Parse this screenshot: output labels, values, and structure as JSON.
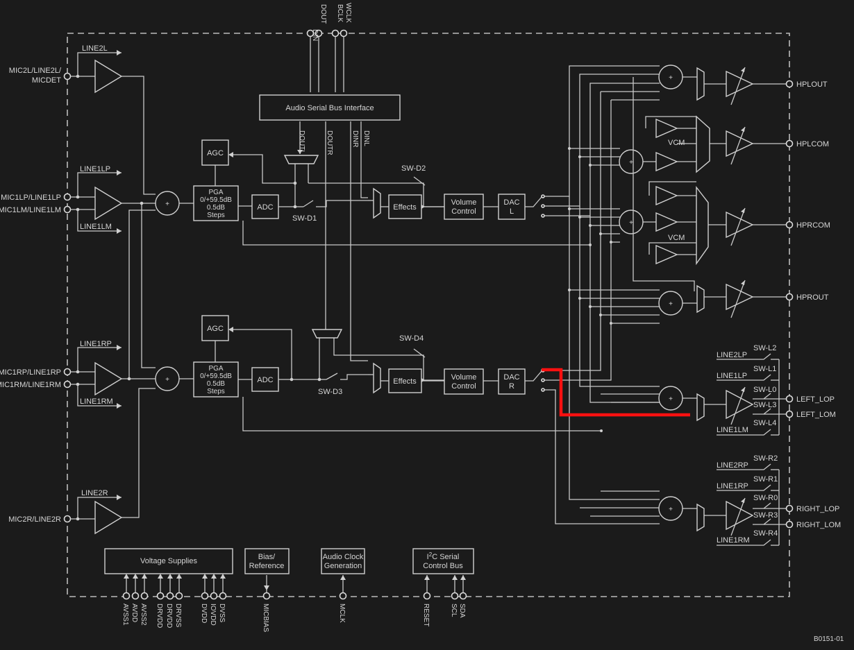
{
  "pins_left": {
    "mic2l": [
      "MIC2L/LINE2L/",
      "MICDET"
    ],
    "mic1lp": "MIC1LP/LINE1LP",
    "mic1lm": "MIC1LM/LINE1LM",
    "mic1rp": "MIC1RP/LINE1RP",
    "mic1rm": "MIC1RM/LINE1RM",
    "mic2r": "MIC2R/LINE2R"
  },
  "pins_top": [
    "DIN",
    "DOUT",
    "BCLK",
    "WCLK"
  ],
  "pins_right": {
    "hplout": "HPLOUT",
    "hplcom": "HPLCOM",
    "hprcom": "HPRCOM",
    "hprout": "HPROUT",
    "left_lop": "LEFT_LOP",
    "left_lom": "LEFT_LOM",
    "right_lop": "RIGHT_LOP",
    "right_lom": "RIGHT_LOM"
  },
  "pins_bottom": [
    "AVSS1",
    "AVDD",
    "AVSS2",
    "DRVDD",
    "DRVDD",
    "DRVSS",
    "DVDD",
    "IOVDD",
    "DVSS",
    "MICBIAS",
    "MCLK",
    "RESET",
    "SCL",
    "SDA"
  ],
  "line_labels": {
    "line2l": "LINE2L",
    "line1lp": "LINE1LP",
    "line1lm": "LINE1LM",
    "line1rp": "LINE1RP",
    "line1rm": "LINE1RM",
    "line2r": "LINE2R"
  },
  "blocks": {
    "asbi": "Audio Serial Bus Interface",
    "agc": "AGC",
    "pga": [
      "PGA",
      "0/+59.5dB",
      "0.5dB",
      "Steps"
    ],
    "adc": "ADC",
    "effects": "Effects",
    "volume": [
      "Volume",
      "Control"
    ],
    "dacl": [
      "DAC",
      "L"
    ],
    "dacr": [
      "DAC",
      "R"
    ],
    "voltage": "Voltage Supplies",
    "bias": [
      "Bias/",
      "Reference"
    ],
    "clock": [
      "Audio Clock",
      "Generation"
    ],
    "i2c_sup": "2",
    "i2c": [
      "I",
      "C Serial",
      "Control Bus"
    ],
    "vcm": "VCM",
    "plus": "+"
  },
  "switch_labels": {
    "swd1": "SW-D1",
    "swd2": "SW-D2",
    "swd3": "SW-D3",
    "swd4": "SW-D4",
    "left": [
      "SW-L2",
      "SW-L1",
      "SW-L0",
      "SW-L3",
      "SW-L4"
    ],
    "right": [
      "SW-R2",
      "SW-R1",
      "SW-R0",
      "SW-R3",
      "SW-R4"
    ]
  },
  "bus_labels": [
    "DOUTL",
    "DOUTR",
    "DINR",
    "DINL"
  ],
  "line_out_labels": {
    "left": [
      "LINE2LP",
      "LINE1LP",
      "LINE1LM"
    ],
    "right": [
      "LINE2RP",
      "LINE1RP",
      "LINE1RM"
    ]
  },
  "figure_id": "B0151-01",
  "colors": {
    "highlight": "#ff1010",
    "line": "#c9c9c9",
    "background": "#1b1b1b"
  }
}
